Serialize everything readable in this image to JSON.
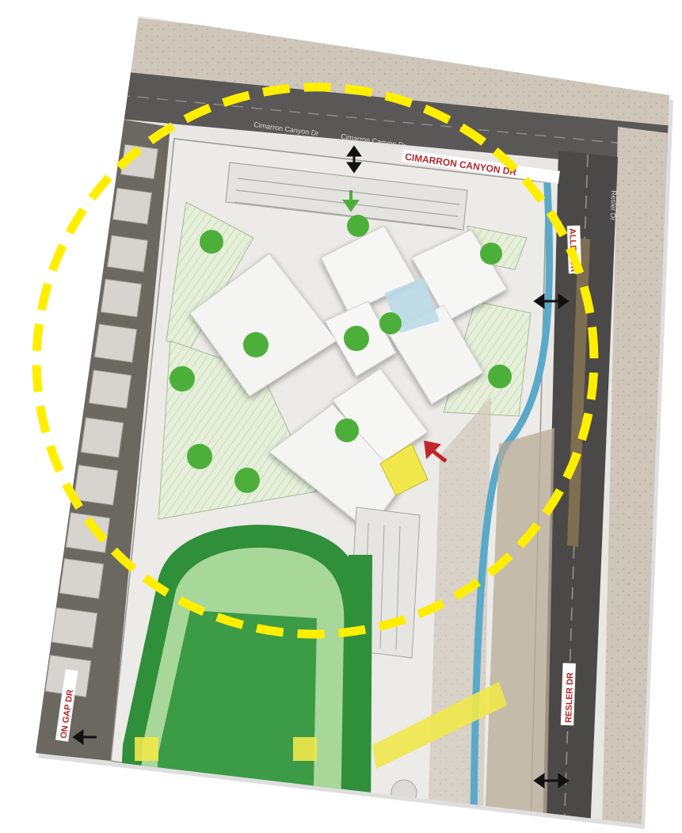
{
  "map": {
    "street_labels": {
      "north_street": "CIMARRON CANYON DR",
      "east_street_upper": "ALLEN DR",
      "east_street_lower": "RESLER DR",
      "west_street": "ON GAP DR",
      "small_north_1": "Cimarron Canyon Dr",
      "small_north_2": "Cimarron Canyon Dr",
      "small_east": "Resler Dr"
    },
    "colors": {
      "highlight_circle": "#ffee00",
      "tree": "#4caf3a",
      "track": "#2f8f3a",
      "field": "#3c9b46",
      "crosswalk": "#f0e84a",
      "entry_arrow_red": "#c0272d",
      "entry_arrow_green": "#4caf3a",
      "entry_arrow_black": "#111111",
      "channel": "#5aa9c8"
    },
    "icons": [
      "north-entry-arrow-icon",
      "east-entry-arrow-icon",
      "south-east-entry-arrow-icon",
      "west-entry-arrow-icon",
      "red-drop-off-arrow-icon",
      "green-entry-arrow-icon"
    ]
  }
}
